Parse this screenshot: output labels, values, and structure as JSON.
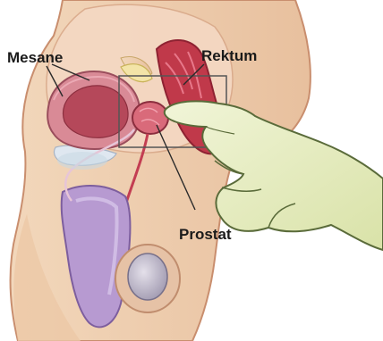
{
  "labels": {
    "bladder": "Mesane",
    "rectum": "Rektum",
    "prostate": "Prostat"
  },
  "colors": {
    "skin": "#efcfae",
    "skin_shadow": "#d9a98a",
    "bladder_wall": "#d98a96",
    "bladder_inner": "#b5485a",
    "rectum": "#c0394a",
    "prostate": "#d96a7a",
    "urethra": "#b79ad1",
    "testis": "#bdb6c8",
    "glove": "#e7edc2",
    "glove_outline": "#5a6b3a",
    "bone": "#f3e4a8",
    "leader_line": "#2a2a2a"
  },
  "icons": [
    "hand-glove-icon"
  ]
}
